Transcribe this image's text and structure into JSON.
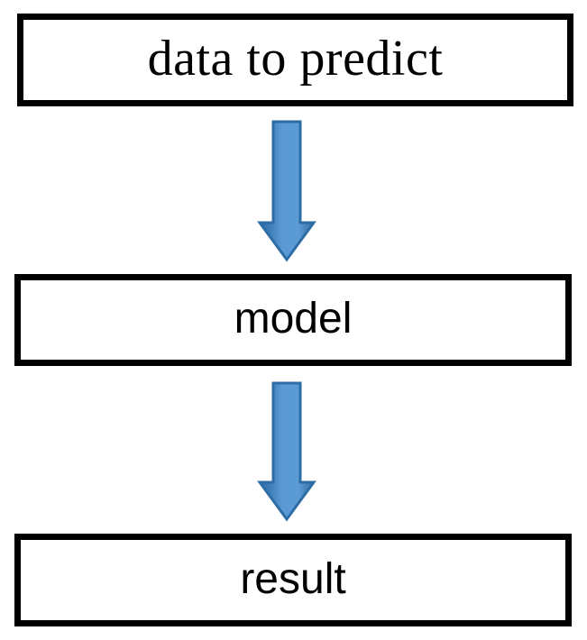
{
  "diagram": {
    "title": "prediction pipeline flowchart",
    "background_color": "#ffffff",
    "border_color": "#000000",
    "arrow_fill_light": "#5b9bd5",
    "arrow_fill_dark": "#2e6da4",
    "arrow_edge_color": "#2e6da4",
    "nodes": [
      {
        "id": "data-to-predict",
        "label": "data to predict",
        "shape": "rectangle",
        "font_style": "serif"
      },
      {
        "id": "model",
        "label": "model",
        "shape": "rectangle",
        "font_style": "sans-serif"
      },
      {
        "id": "result",
        "label": "result",
        "shape": "rectangle",
        "font_style": "sans-serif"
      }
    ],
    "edges": [
      {
        "id": "edge-data-model",
        "from": "data-to-predict",
        "to": "model",
        "direction": "down",
        "style": "block-arrow",
        "label": ""
      },
      {
        "id": "edge-model-result",
        "from": "model",
        "to": "result",
        "direction": "down",
        "style": "block-arrow",
        "label": ""
      }
    ]
  }
}
